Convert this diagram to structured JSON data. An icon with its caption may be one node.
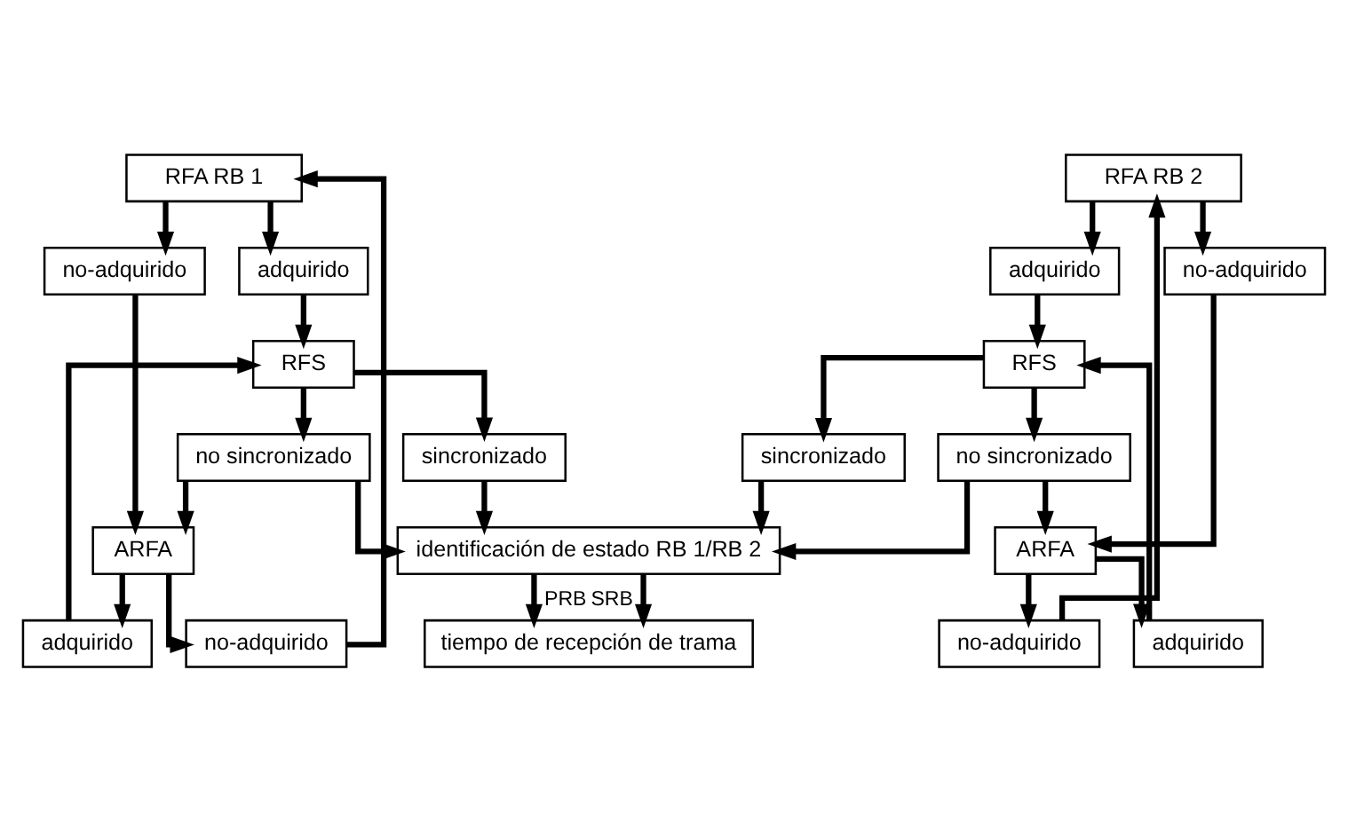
{
  "diagram": {
    "nodes": [
      {
        "text": [
          "RFA RB 1"
        ]
      },
      {
        "text": [
          "RFA RB 2"
        ]
      },
      {
        "text": [
          "no-adquirido"
        ]
      },
      {
        "text": [
          "adquirido"
        ]
      },
      {
        "text": [
          "adquirido"
        ]
      },
      {
        "text": [
          "no-adquirido"
        ]
      },
      {
        "text": [
          "RFS"
        ]
      },
      {
        "text": [
          "RFS"
        ]
      },
      {
        "text": [
          "no sincronizado"
        ]
      },
      {
        "text": [
          "sincronizado"
        ]
      },
      {
        "text": [
          "sincronizado"
        ]
      },
      {
        "text": [
          "no sincronizado"
        ]
      },
      {
        "text": [
          "ARFA"
        ]
      },
      {
        "text": [
          "identificación de estado RB 1/RB 2"
        ]
      },
      {
        "text": [
          "ARFA"
        ]
      },
      {
        "text": [
          "adquirido"
        ]
      },
      {
        "text": [
          "no-adquirido"
        ]
      },
      {
        "text": [
          "no-adquirido"
        ]
      },
      {
        "text": [
          "adquirido"
        ]
      },
      {
        "text": [
          "tiempo de recepción de trama"
        ]
      }
    ],
    "edges": [
      {
        "from": 0,
        "to": 2,
        "arrow": "to"
      },
      {
        "from": 0,
        "to": 3,
        "arrow": "to"
      },
      {
        "from": 1,
        "to": 4,
        "arrow": "to"
      },
      {
        "from": 1,
        "to": 5,
        "arrow": "to"
      },
      {
        "from": 3,
        "to": 6,
        "arrow": "to"
      },
      {
        "from": 4,
        "to": 7,
        "arrow": "to"
      },
      {
        "from": 6,
        "to": 8,
        "arrow": "to"
      },
      {
        "from": 6,
        "to": 9,
        "arrow": "to"
      },
      {
        "from": 7,
        "to": 10,
        "arrow": "to"
      },
      {
        "from": 7,
        "to": 11,
        "arrow": "to"
      },
      {
        "from": 2,
        "to": 12,
        "arrow": "to"
      },
      {
        "from": 8,
        "to": 12,
        "arrow": "to"
      },
      {
        "from": 8,
        "to": 13,
        "arrow": "to"
      },
      {
        "from": 9,
        "to": 13,
        "arrow": "to"
      },
      {
        "from": 10,
        "to": 13,
        "arrow": "to"
      },
      {
        "from": 11,
        "to": 13,
        "arrow": "to"
      },
      {
        "from": 11,
        "to": 14,
        "arrow": "to"
      },
      {
        "from": 5,
        "to": 14,
        "arrow": "to"
      },
      {
        "from": 12,
        "to": 15,
        "arrow": "to"
      },
      {
        "from": 12,
        "to": 16,
        "arrow": "to"
      },
      {
        "from": 14,
        "to": 17,
        "arrow": "to"
      },
      {
        "from": 14,
        "to": 18,
        "arrow": "to"
      },
      {
        "from": 13,
        "to": 19,
        "label": "PRB",
        "arrow": "to"
      },
      {
        "from": 13,
        "to": 19,
        "label": "SRB",
        "arrow": "to"
      },
      {
        "from": 15,
        "to": 6,
        "arrow": "to"
      },
      {
        "from": 16,
        "to": 0,
        "arrow": "to"
      },
      {
        "from": 18,
        "to": 7,
        "arrow": "to"
      },
      {
        "from": 17,
        "to": 1,
        "arrow": "to"
      }
    ]
  }
}
